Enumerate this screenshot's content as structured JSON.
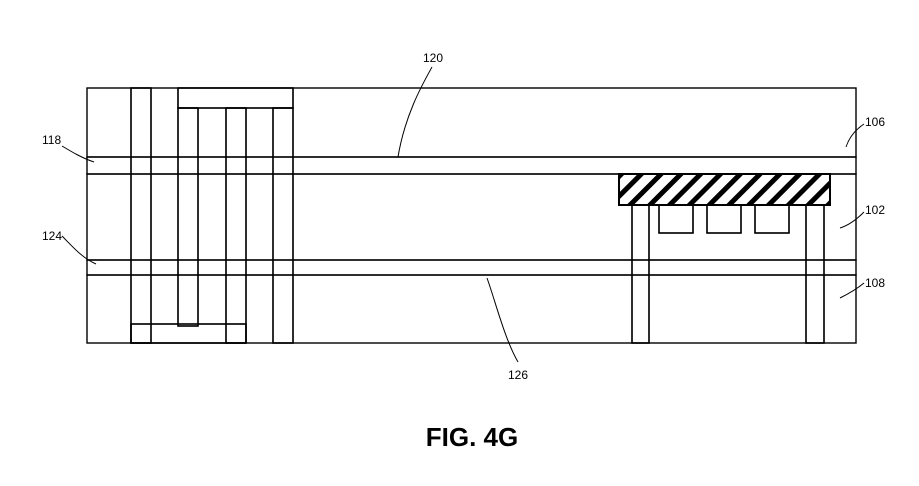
{
  "figure": {
    "caption": "FIG. 4G"
  },
  "reference_numerals": {
    "top_layer": "106",
    "upper_liner": "118",
    "upper_liner_center": "120",
    "middle_layer": "102",
    "lower_liner": "124",
    "lower_liner_center": "126",
    "bottom_layer": "108"
  }
}
